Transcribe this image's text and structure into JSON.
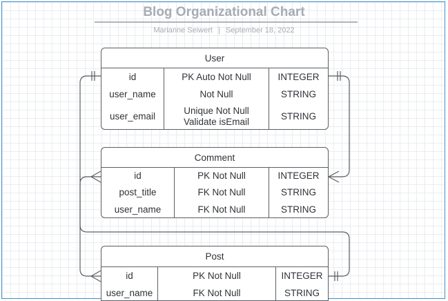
{
  "title": "Blog Organizational Chart",
  "author": "Marianne Seiwert",
  "separator": "|",
  "date": "September 18, 2022",
  "entities": {
    "user": {
      "name": "User",
      "rows": [
        {
          "field": "id",
          "constraint": [
            "PK Auto Not Null"
          ],
          "type": "INTEGER"
        },
        {
          "field": "user_name",
          "constraint": [
            "Not Null"
          ],
          "type": "STRING"
        },
        {
          "field": "user_email",
          "constraint": [
            "Unique Not Null",
            "Validate isEmail"
          ],
          "type": "STRING"
        }
      ]
    },
    "comment": {
      "name": "Comment",
      "rows": [
        {
          "field": "id",
          "constraint": [
            "PK Not Null"
          ],
          "type": "INTEGER"
        },
        {
          "field": "post_title",
          "constraint": [
            "FK Not Null"
          ],
          "type": "STRING"
        },
        {
          "field": "user_name",
          "constraint": [
            "FK Not Null"
          ],
          "type": "STRING"
        }
      ]
    },
    "post": {
      "name": "Post",
      "rows": [
        {
          "field": "id",
          "constraint": [
            "PK Not Null"
          ],
          "type": "INTEGER"
        },
        {
          "field": "user_name",
          "constraint": [
            "FK Not Null"
          ],
          "type": "STRING"
        }
      ]
    }
  }
}
